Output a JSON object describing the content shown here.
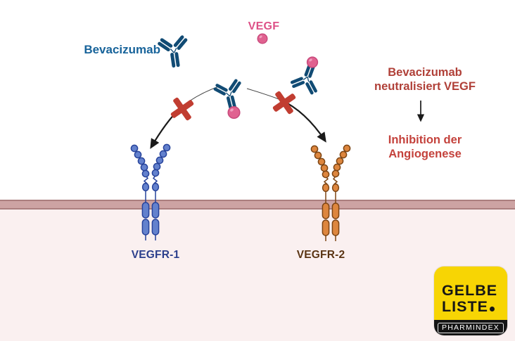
{
  "labels": {
    "bevacizumab": "Bevacizumab",
    "vegf": "VEGF",
    "vegfr1": "VEGFR-1",
    "vegfr2": "VEGFR-2",
    "effect_top": "Bevacizumab neutralisiert VEGF",
    "effect_bottom": "Inhibition der Angiogenese"
  },
  "logo": {
    "word1": "GELBE",
    "word2": "LISTE",
    "tagline": "PHARMINDEX"
  },
  "icons": {
    "antibody_icon": "Y-shaped monoclonal antibody (dark navy)",
    "vegf_ligand_icon": "pink circle ligand",
    "blocked_cross_icon": "red X over arrow",
    "receptor_icon": "beaded transmembrane receptor",
    "inhibition_arrow_icon": "black downward arrow"
  },
  "colors": {
    "antibody_navy": "#114b74",
    "vegf_pink_fill": "#e06290",
    "vegf_pink_stroke": "#c8497b",
    "vegf_text": "#dd5187",
    "bevacizumab_text": "#17639a",
    "receptor1_fill": "#6381cd",
    "receptor1_stroke": "#27439b",
    "receptor1_label": "#2b3f8c",
    "receptor2_fill": "#dd863e",
    "receptor2_stroke": "#7d4514",
    "receptor2_label": "#5a3413",
    "cross_red": "#c13d31",
    "effect_text_top": "#b04038",
    "effect_text_bottom": "#c4423c",
    "membrane_fill": "#cda3a3",
    "membrane_edge": "#ab7e7e",
    "cytoplasm_bg": "#faf0f0",
    "logo_yellow": "#f7d504",
    "logo_black": "#141414"
  }
}
